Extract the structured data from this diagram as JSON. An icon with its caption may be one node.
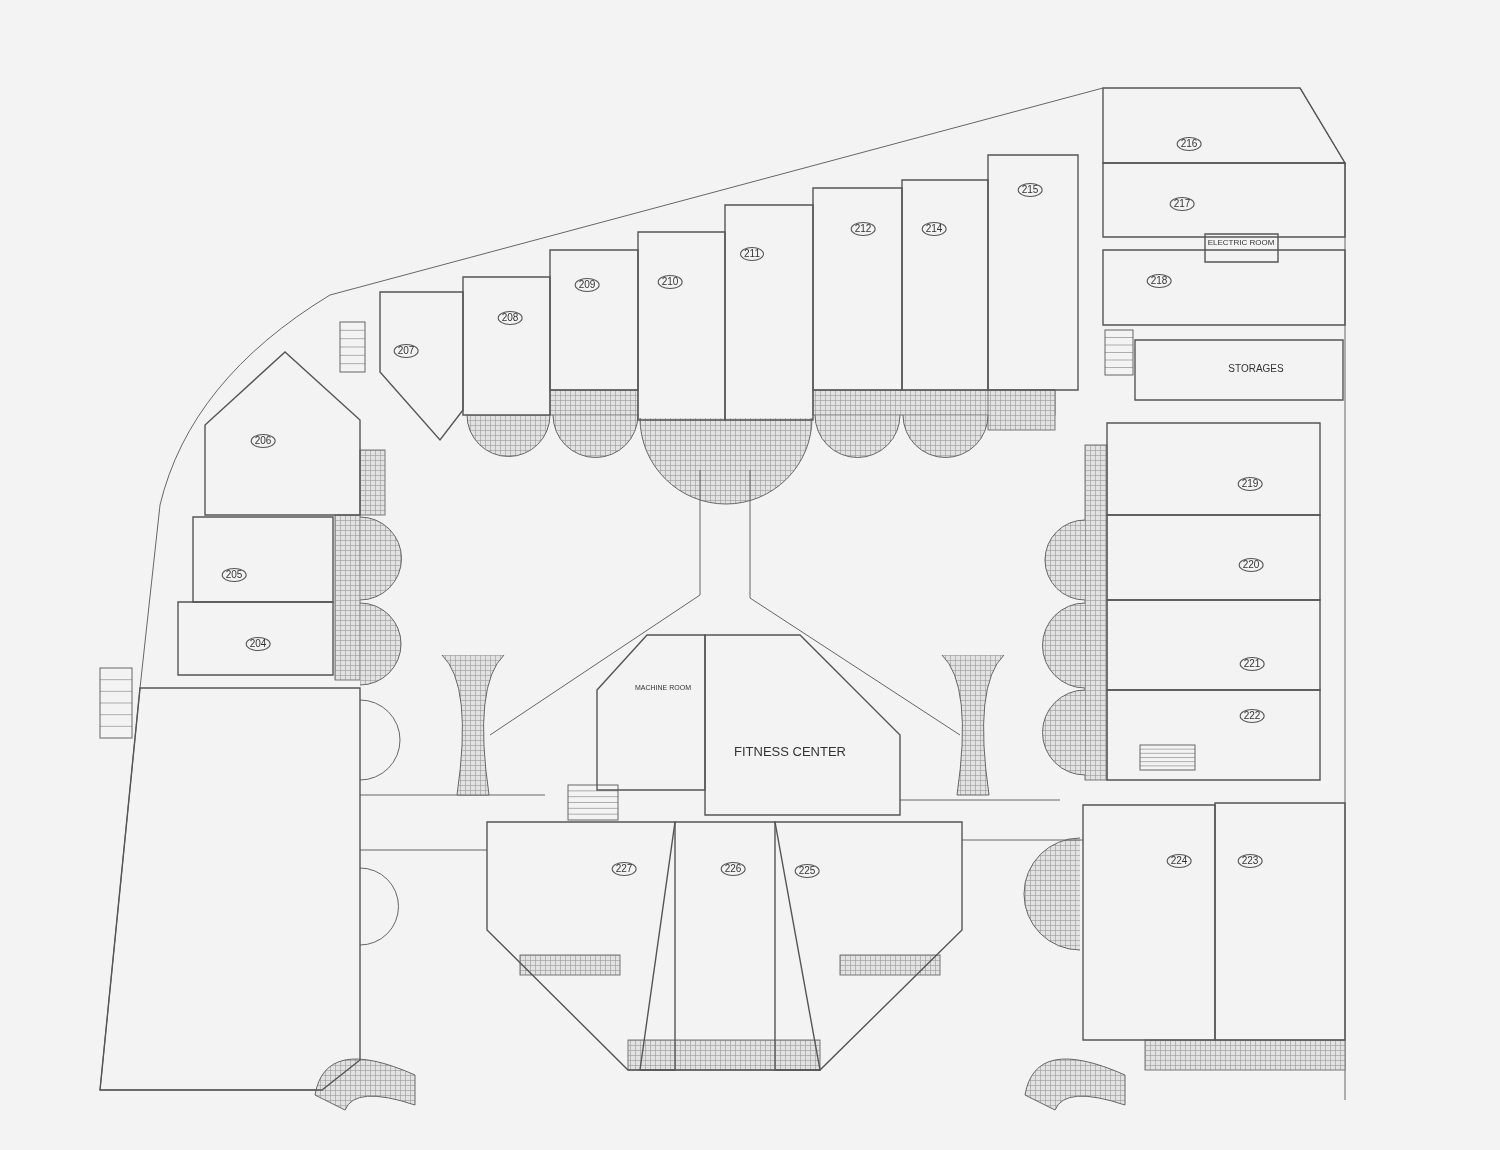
{
  "diagram": {
    "nodes": [
      {
        "text": [
          "216"
        ]
      },
      {
        "text": [
          "215"
        ]
      },
      {
        "text": [
          "217"
        ]
      },
      {
        "text": [
          "ELECTRIC ROOM"
        ]
      },
      {
        "text": [
          "212"
        ]
      },
      {
        "text": [
          "214"
        ]
      },
      {
        "text": [
          "211"
        ]
      },
      {
        "text": [
          "218"
        ]
      },
      {
        "text": [
          "210"
        ]
      },
      {
        "text": [
          "209"
        ]
      },
      {
        "text": [
          "208"
        ]
      },
      {
        "text": [
          "207"
        ]
      },
      {
        "text": [
          "STORAGES"
        ]
      },
      {
        "text": [
          "206"
        ]
      },
      {
        "text": [
          "219"
        ]
      },
      {
        "text": [
          "220"
        ]
      },
      {
        "text": [
          "205"
        ]
      },
      {
        "text": [
          "204"
        ]
      },
      {
        "text": [
          "221"
        ]
      },
      {
        "text": [
          "MACHINE ROOM"
        ]
      },
      {
        "text": [
          "222"
        ]
      },
      {
        "text": [
          "FITNESS CENTER"
        ]
      },
      {
        "text": [
          "224"
        ]
      },
      {
        "text": [
          "223"
        ]
      },
      {
        "text": [
          "227"
        ]
      },
      {
        "text": [
          "226"
        ]
      },
      {
        "text": [
          "225"
        ]
      },
      {
        "text": [],
        "shape": "box"
      }
    ]
  }
}
